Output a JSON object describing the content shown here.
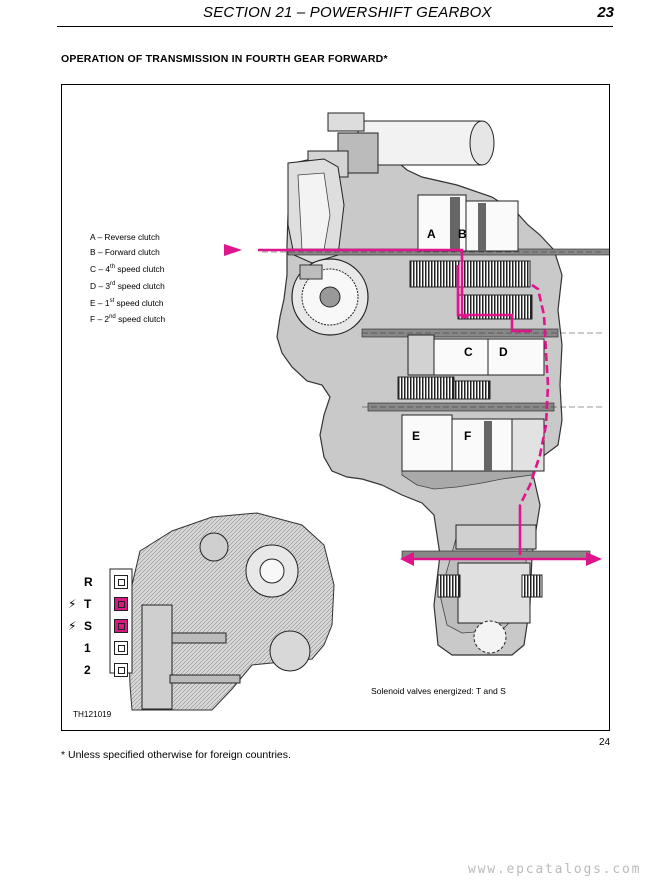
{
  "header": {
    "section_title": "SECTION 21 – POWERSHIFT GEARBOX",
    "page_number": "23"
  },
  "heading": "OPERATION OF TRANSMISSION IN FOURTH GEAR FORWARD*",
  "legend": [
    {
      "letter": "A",
      "text": "A – Reverse clutch"
    },
    {
      "letter": "B",
      "text": "B – Forward clutch"
    },
    {
      "letter": "C",
      "text": "C – 4th speed clutch"
    },
    {
      "letter": "D",
      "text": "D – 3rd speed clutch"
    },
    {
      "letter": "E",
      "text": "E – 1st speed clutch"
    },
    {
      "letter": "F",
      "text": "F – 2nd speed clutch"
    }
  ],
  "clutch_labels": [
    "A",
    "B",
    "C",
    "D",
    "E",
    "F"
  ],
  "solenoids": [
    {
      "label": "R",
      "energized": false
    },
    {
      "label": "T",
      "energized": true
    },
    {
      "label": "S",
      "energized": true
    },
    {
      "label": "1",
      "energized": false
    },
    {
      "label": "2",
      "energized": false
    }
  ],
  "figure_caption": "Solenoid valves energized: T and S",
  "figure_ref": "TH121019",
  "figure_number": "24",
  "footnote": "* Unless specified otherwise for foreign countries.",
  "watermark": "www.epcatalogs.com",
  "colors": {
    "power_flow": "#e0148c",
    "energized_valve": "#d81a7f",
    "housing": "#c8c8c8",
    "housing_dark": "#8a8a8a"
  }
}
